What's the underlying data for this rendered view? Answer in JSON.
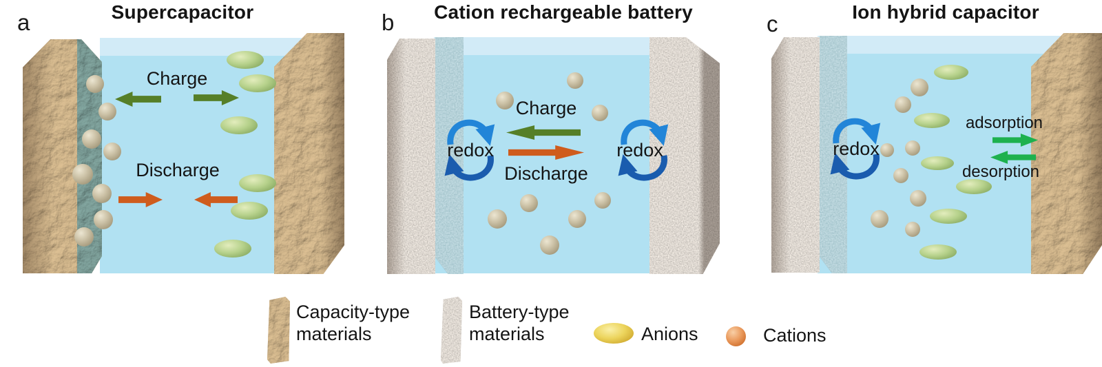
{
  "panels": {
    "a": {
      "label": "a",
      "title": "Supercapacitor",
      "charge_label": "Charge",
      "discharge_label": "Discharge"
    },
    "b": {
      "label": "b",
      "title": "Cation rechargeable battery",
      "charge_label": "Charge",
      "discharge_label": "Discharge",
      "redox_left_label": "redox",
      "redox_right_label": "redox"
    },
    "c": {
      "label": "c",
      "title": "Ion hybrid capacitor",
      "redox_label": "redox",
      "adsorption_label": "adsorption",
      "desorption_label": "desorption"
    }
  },
  "legend": {
    "capacity_type_label": "Capacity-type materials",
    "battery_type_label": "Battery-type materials",
    "anions_label": "Anions",
    "cations_label": "Cations"
  },
  "colors": {
    "electrolyte_blue": "#b1e1f2",
    "charge_green": "#567f28",
    "discharge_orange": "#cf5c1d",
    "sorption_green": "#1db14e",
    "redox_blue_top": "#2285d8",
    "redox_blue_bottom": "#1a5cae",
    "capacity_material_brown": "#c3a178",
    "battery_material_gray": "#b3a79b",
    "teal_coating": "#6f95a3",
    "anion_green": "#a8c87e",
    "anion_legend_gold": "#e3c94f",
    "cation_tan": "#b4a98e",
    "cation_legend_orange": "#e08a4e"
  }
}
